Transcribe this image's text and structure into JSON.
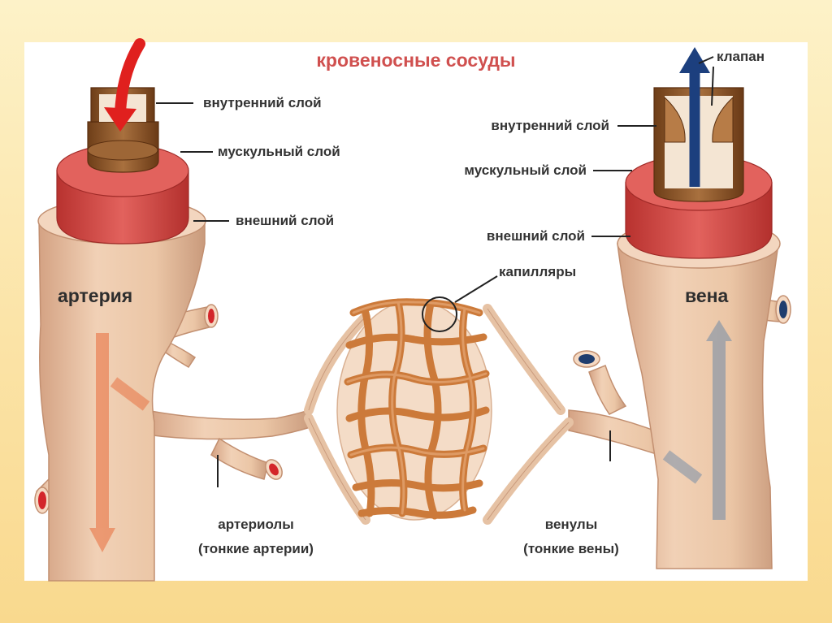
{
  "title": "кровеносные сосуды",
  "artery": {
    "name": "артерия",
    "layers": [
      "внутренний слой",
      "мускульный слой",
      "внешний слой"
    ]
  },
  "vein": {
    "name": "вена",
    "valve": "клапан",
    "layers": [
      "внутренний слой",
      "мускульный слой",
      "внешний слой"
    ]
  },
  "capillaries": "капилляры",
  "arterioles": {
    "line1": "артериолы",
    "line2": "(тонкие артерии)"
  },
  "venules": {
    "line1": "венулы",
    "line2": "(тонкие вены)"
  },
  "colors": {
    "title": "#d0504f",
    "artery_arrow": "#e0201e",
    "vein_arrow": "#1c3f7e",
    "vessel": "#ebc6a6",
    "muscle": "#d9524f",
    "inner": "#8a5526",
    "capillary": "#cc7a3a"
  }
}
